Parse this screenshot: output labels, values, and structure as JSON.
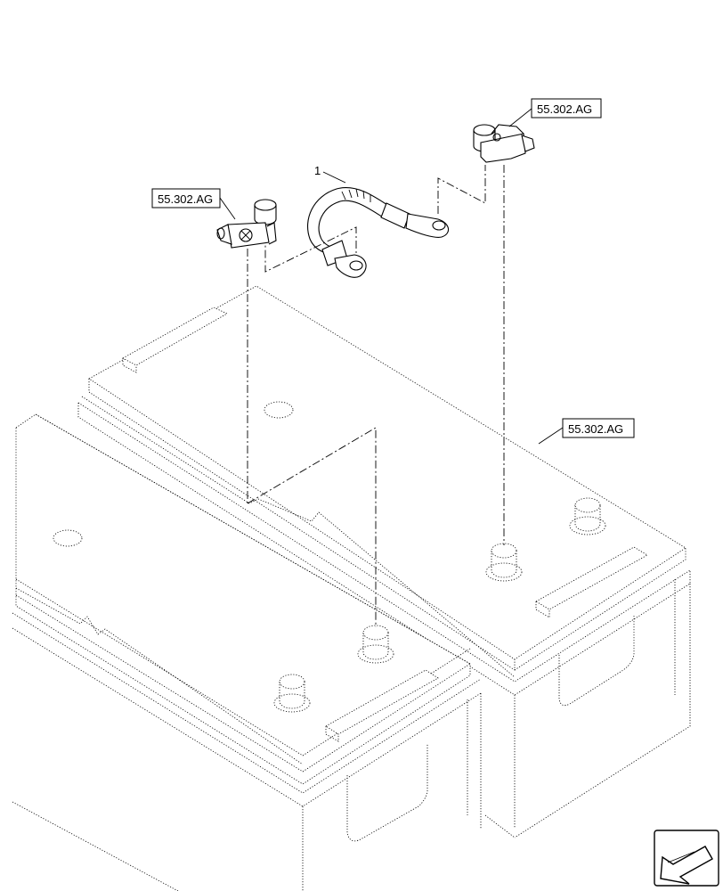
{
  "callouts": {
    "clamp_left_ref": "55.302.AG",
    "clamp_right_ref": "55.302.AG",
    "battery_ref": "55.302.AG"
  },
  "items": {
    "cable_number": "1"
  },
  "icons": {
    "orientation": "view-direction-arrow-icon"
  }
}
